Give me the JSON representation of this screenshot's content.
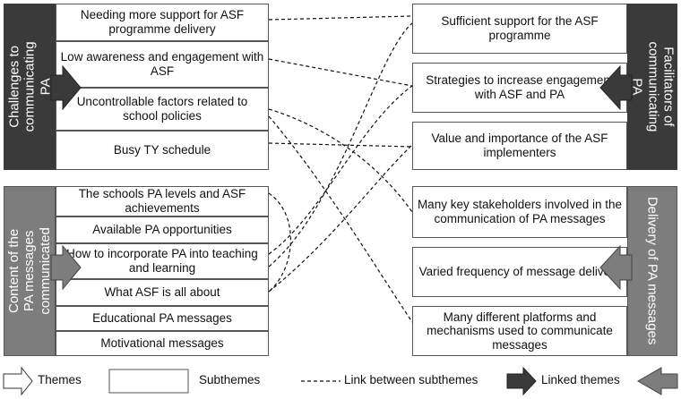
{
  "themes": {
    "challenges": "Challenges to communicating PA",
    "content": "Content of the PA messages communicated",
    "facilitators": "Facilitators of communicating PA",
    "delivery": "Delivery of PA messages"
  },
  "subthemes": {
    "challenges": [
      "Needing more support for ASF programme delivery",
      "Low awareness and engagement with ASF",
      "Uncontrollable factors related to school policies",
      "Busy TY schedule"
    ],
    "content": [
      "The schools PA levels and ASF achievements",
      "Available PA opportunities",
      "How to incorporate PA into teaching and learning",
      "What ASF is all about",
      "Educational PA messages",
      "Motivational messages"
    ],
    "facilitators": [
      "Sufficient support for the ASF programme",
      "Strategies to increase engagement with ASF and PA",
      "Value and importance of the ASF implementers"
    ],
    "delivery": [
      "Many key stakeholders involved in the communication of PA messages",
      "Varied frequency of message delivery",
      "Many different platforms and mechanisms used to communicate messages"
    ]
  },
  "legend": {
    "themes": "Themes",
    "subthemes": "Subthemes",
    "link": "Link between subthemes",
    "linked": "Linked themes"
  },
  "colors": {
    "dark_theme": "#3a3a3a",
    "grey_theme": "#7d7d7d",
    "border": "#555555"
  }
}
